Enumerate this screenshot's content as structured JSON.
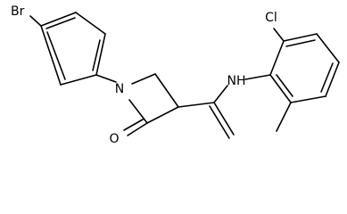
{
  "molecule": {
    "atoms": {
      "br": "Br",
      "n_ring": "N",
      "o": "O",
      "nh": "NH",
      "cl": "Cl"
    }
  }
}
